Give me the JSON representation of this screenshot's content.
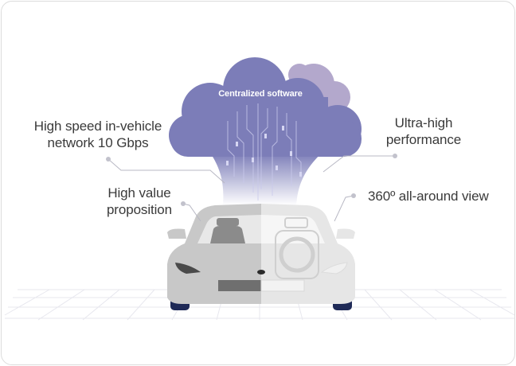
{
  "diagram": {
    "cloud_title": "Centralized software",
    "labels": {
      "network": [
        "High speed in-vehicle",
        "network 10 Gbps"
      ],
      "value": [
        "High value",
        "proposition"
      ],
      "performance": [
        "Ultra-high",
        "performance"
      ],
      "view": [
        "360º all-around view"
      ]
    },
    "colors": {
      "cloud_main": "#7c7db8",
      "cloud_back": "#b3a8cc",
      "car_left": "#c8c8c8",
      "car_right": "#e6e6e6",
      "wheels": "#1f2a57",
      "leader": "#b8b8c4"
    }
  }
}
